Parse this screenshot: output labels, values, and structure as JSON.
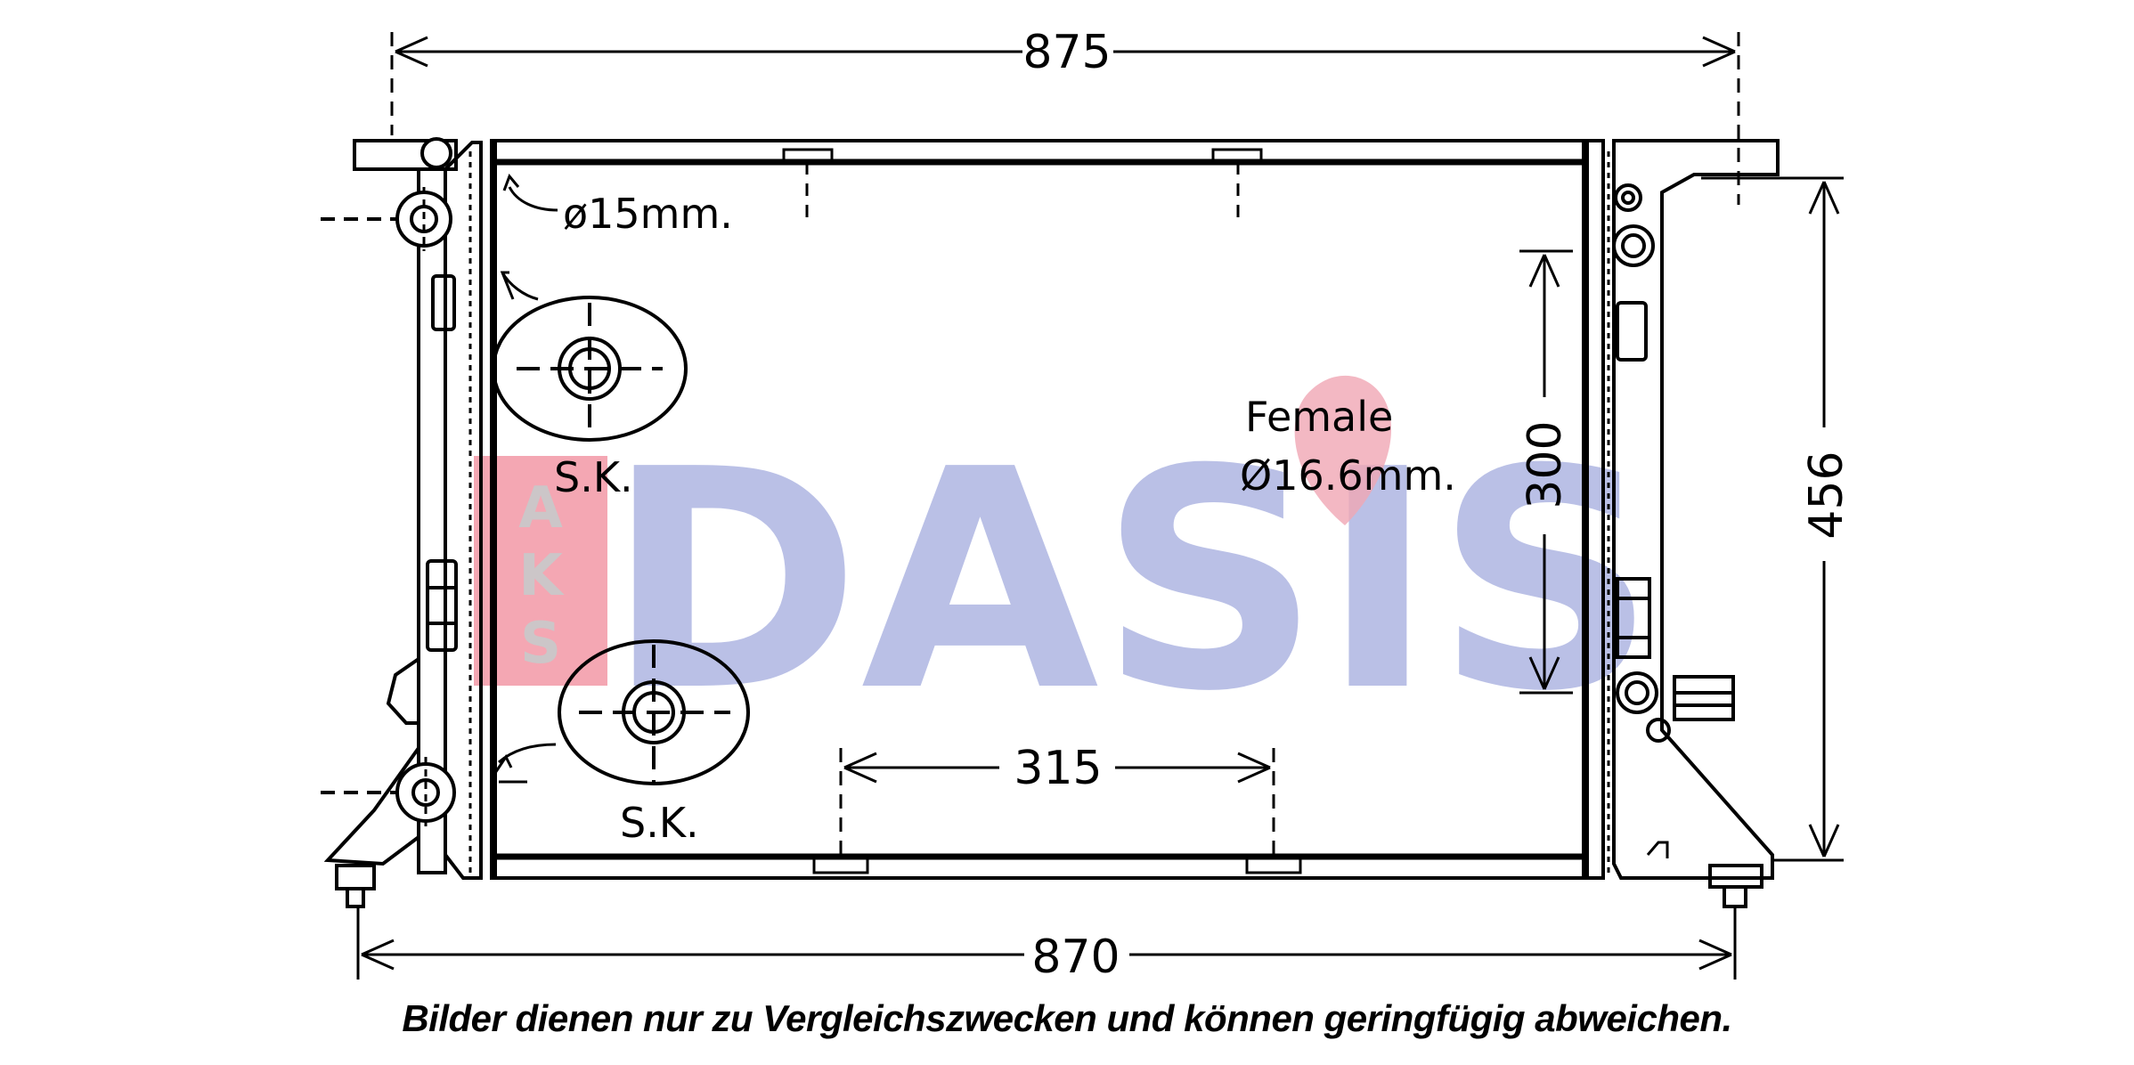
{
  "diagram": {
    "dimensions": {
      "top_width": "875",
      "bottom_width": "870",
      "core_height": "300",
      "total_height": "456",
      "mount_spacing": "315"
    },
    "labels": {
      "inlet": "ø15mm.",
      "sensor_1": "S.K.",
      "sensor_2": "S.K.",
      "female_line1": "Female",
      "female_line2": "Ø16.6mm."
    },
    "watermark": {
      "brand": "DASIS",
      "badge": [
        "A",
        "K",
        "S"
      ]
    }
  },
  "disclaimer": "Bilder dienen nur zu Vergleichszwecken und können geringfügig abweichen.",
  "colors": {
    "line": "#000000",
    "watermark_blue": "#aeb6e2",
    "watermark_pink": "#f0a6b4",
    "badge_red": "#f08a9a"
  }
}
